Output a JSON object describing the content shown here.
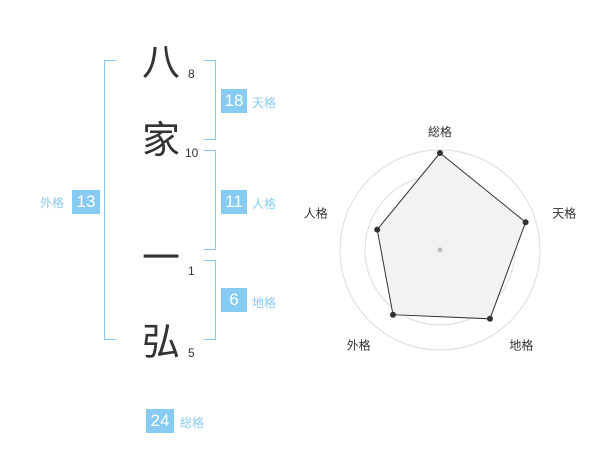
{
  "name": {
    "characters": [
      {
        "char": "八",
        "strokes": "8"
      },
      {
        "char": "家",
        "strokes": "10"
      },
      {
        "char": "一",
        "strokes": "1"
      },
      {
        "char": "弘",
        "strokes": "5"
      }
    ]
  },
  "fortunes": {
    "tenkaku": {
      "value": "18",
      "label": "天格"
    },
    "jinkaku": {
      "value": "11",
      "label": "人格"
    },
    "chikaku": {
      "value": "6",
      "label": "地格"
    },
    "gaikaku": {
      "value": "13",
      "label": "外格"
    },
    "soukaku": {
      "value": "24",
      "label": "総格"
    }
  },
  "colors": {
    "accent": "#87cbf3",
    "text": "#333333",
    "radar_fill": "#f2f2f2",
    "radar_ring": "#dddddd",
    "radar_line": "#333333"
  },
  "chart_data": {
    "type": "radar",
    "axes": [
      "総格",
      "天格",
      "地格",
      "外格",
      "人格"
    ],
    "values": [
      0.97,
      0.9,
      0.85,
      0.8,
      0.66
    ],
    "range": [
      0,
      1
    ],
    "rings": 4
  }
}
